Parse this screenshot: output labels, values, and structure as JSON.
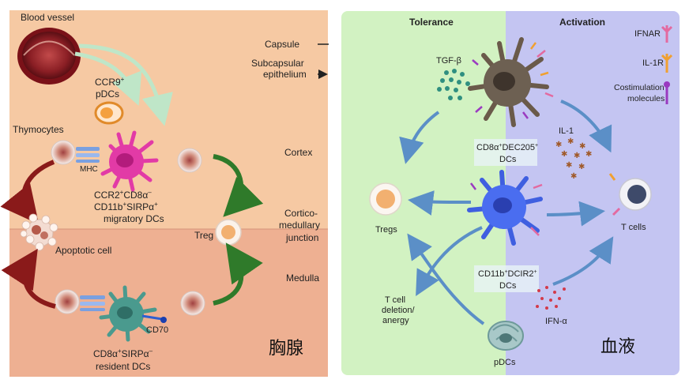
{
  "left_panel": {
    "blood_vessel": "Blood vessel",
    "capsule": "Capsule",
    "subcapsular_1": "Subcapsular",
    "subcapsular_2": "epithelium",
    "ccr9_1": "CCR9",
    "ccr9_sup": "+",
    "ccr9_2": "pDCs",
    "thymocytes": "Thymocytes",
    "mhc": "MHC",
    "cortex": "Cortex",
    "migratory_1": "CCR2",
    "migratory_1_sup1": "+",
    "migratory_1_b": "CD8α",
    "migratory_1_sup2": "–",
    "migratory_2": "CD11b",
    "migratory_2_sup1": "+",
    "migratory_2_b": "SIRPα",
    "migratory_2_sup2": "+",
    "migratory_3": "migratory DCs",
    "cortico_1": "Cortico-",
    "cortico_2": "medullary",
    "cortico_3": "junction",
    "treg": "Treg",
    "apoptotic": "Apoptotic cell",
    "medulla": "Medulla",
    "cd70": "CD70",
    "resident_1": "CD8α",
    "resident_1_sup1": "+",
    "resident_1_b": "SIRPα",
    "resident_1_sup2": "–",
    "resident_2": "resident DCs",
    "chinese": "胸腺"
  },
  "right_panel": {
    "tolerance": "Tolerance",
    "activation": "Activation",
    "legend_ifnar": "IFNAR",
    "legend_il1r": "IL-1R",
    "legend_costim_1": "Costimulation",
    "legend_costim_2": "molecules",
    "tgf": "TGF-β",
    "il1": "IL-1",
    "dec205_1": "CD8α",
    "dec205_sup": "+",
    "dec205_b": "DEC205",
    "dec205_sup2": "+",
    "dec205_2": "DCs",
    "tregs": "Tregs",
    "tcells": "T cells",
    "dcir2_1": "CD11b",
    "dcir2_sup": "+",
    "dcir2_b": "DCIR2",
    "dcir2_sup2": "+",
    "dcir2_2": "DCs",
    "deletion_1": "T cell",
    "deletion_2": "deletion/",
    "deletion_3": "anergy",
    "ifn": "IFN-α",
    "pdcs": "pDCs",
    "chinese": "血液"
  },
  "colors": {
    "left_top_bg": "#f6c9a3",
    "left_bottom_bg": "#eeb092",
    "tolerance_bg": "#d2f2c2",
    "activation_bg": "#c4c5f2",
    "arrow_blue": "#5b8fc7",
    "arrow_green": "#2f7a2a",
    "arrow_darkred": "#8a1a1a",
    "dc_pink": "#e23aa6",
    "dc_teal": "#4a9a8e",
    "dc_blue": "#3f5fe0"
  }
}
